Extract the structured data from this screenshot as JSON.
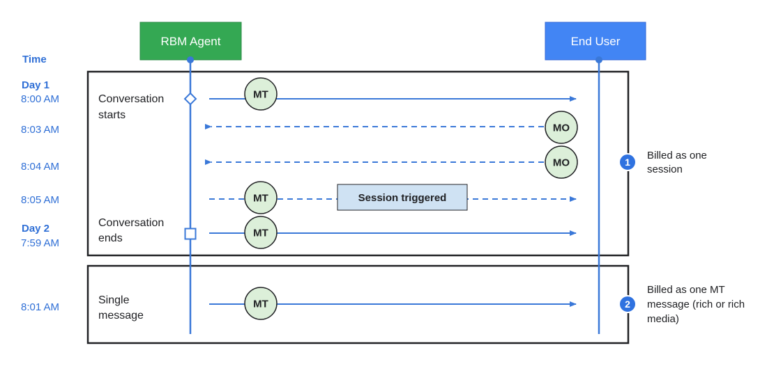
{
  "actors": {
    "agent": "RBM Agent",
    "user": "End User"
  },
  "time_header": "Time",
  "times": {
    "day1": "Day 1",
    "t800": "8:00 AM",
    "t803": "8:03 AM",
    "t804": "8:04 AM",
    "t805": "8:05 AM",
    "day2": "Day 2",
    "t759": "7:59 AM",
    "t801": "8:01 AM"
  },
  "events": {
    "conv_starts_1": "Conversation",
    "conv_starts_2": "starts",
    "conv_ends_1": "Conversation",
    "conv_ends_2": "ends",
    "single_1": "Single",
    "single_2": "message"
  },
  "badges": {
    "mt": "MT",
    "mo": "MO"
  },
  "session_label": "Session triggered",
  "notes": {
    "note1_num": "1",
    "note1_line1": "Billed as one",
    "note1_line2": "session",
    "note2_num": "2",
    "note2_line1": "Billed as one MT",
    "note2_line2": "message (rich or rich",
    "note2_line3": "media)"
  },
  "colors": {
    "agent_box": "#34a853",
    "user_box": "#4285f4",
    "line": "#3a78d8",
    "badge_fill": "#dcefd9",
    "session_fill": "#cfe2f3",
    "time_text": "#2f6fd6"
  }
}
